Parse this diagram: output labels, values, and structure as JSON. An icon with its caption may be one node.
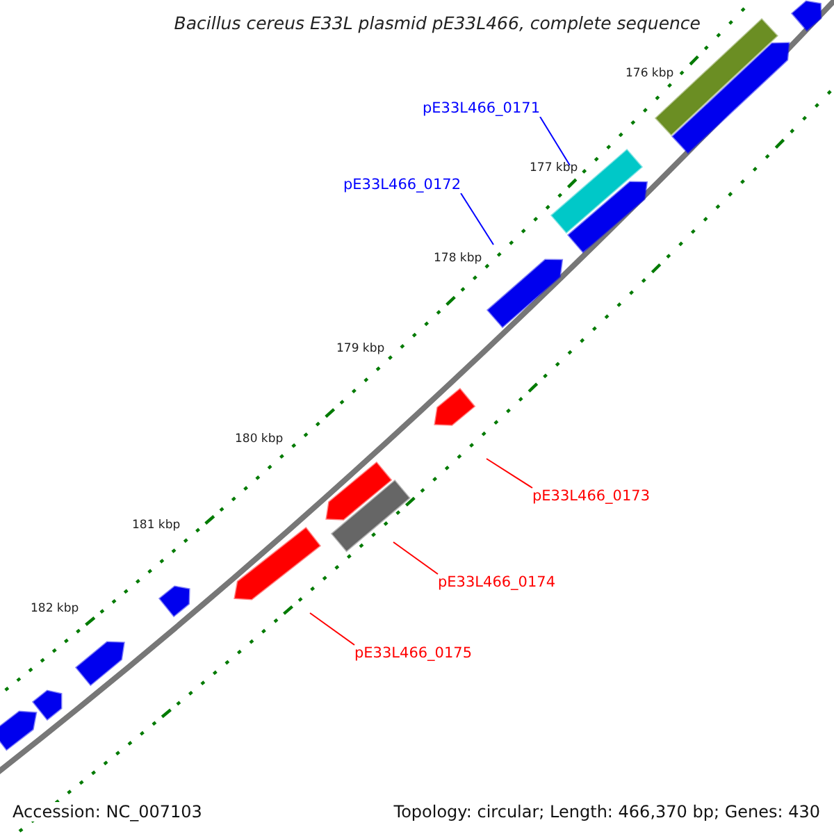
{
  "diagram": {
    "title": "Bacillus cereus E33L plasmid pE33L466, complete sequence",
    "nodes": [
      {
        "text": [
          "pE33L466_0171"
        ]
      },
      {
        "text": [
          "pE33L466_0172"
        ]
      },
      {
        "text": [
          "pE33L466_0173"
        ]
      },
      {
        "text": [
          "pE33L466_0174"
        ]
      },
      {
        "text": [
          "pE33L466_0175"
        ]
      },
      {
        "text": [],
        "shape": "arrow"
      },
      {
        "text": [],
        "shape": "bar"
      },
      {
        "text": [],
        "shape": "arrow"
      },
      {
        "text": [],
        "shape": "bar"
      },
      {
        "text": [],
        "shape": "arrow"
      },
      {
        "text": [],
        "shape": "arrow"
      },
      {
        "text": [],
        "shape": "arrow"
      },
      {
        "text": [],
        "shape": "arrow"
      },
      {
        "text": [],
        "shape": "bar"
      },
      {
        "text": [],
        "shape": "arrow"
      },
      {
        "text": [],
        "shape": "arrow"
      },
      {
        "text": [],
        "shape": "arrow"
      },
      {
        "text": [],
        "shape": "arrow"
      },
      {
        "text": [],
        "shape": "arrow"
      }
    ],
    "edges": [
      {
        "from": 0,
        "to": 8,
        "arrow": "none",
        "color": "#0000ff"
      },
      {
        "from": 1,
        "to": 10,
        "arrow": "none",
        "color": "#0000ff"
      },
      {
        "from": 2,
        "to": 11,
        "arrow": "none",
        "color": "#ff0000"
      },
      {
        "from": 3,
        "to": 13,
        "arrow": "none",
        "color": "#ff0000"
      },
      {
        "from": 4,
        "to": 14,
        "arrow": "none",
        "color": "#ff0000"
      }
    ],
    "labels": [
      "176 kbp",
      "177 kbp",
      "178 kbp",
      "179 kbp",
      "180 kbp",
      "181 kbp",
      "182 kbp",
      "Accession: NC_007103",
      "Topology: circular; Length: 466,370 bp; Genes: 430"
    ]
  }
}
